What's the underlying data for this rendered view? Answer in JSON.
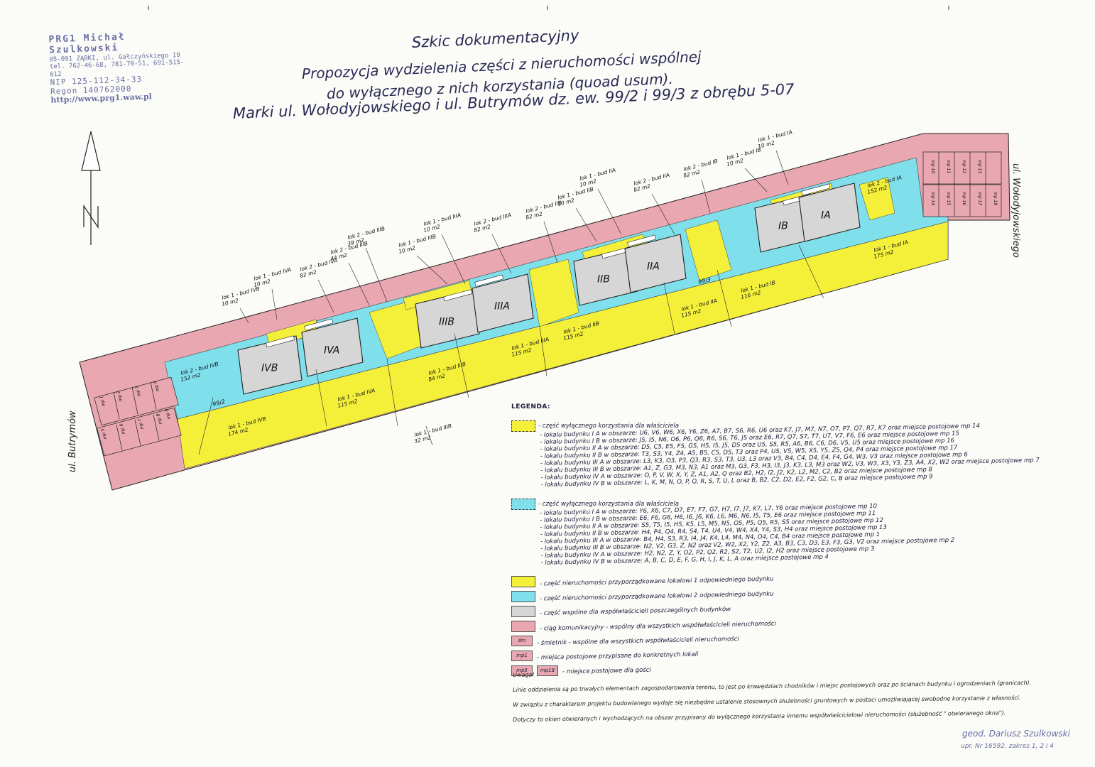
{
  "stamp": {
    "company": "PRG1 Michał Szulkowski",
    "address": "05-091 ZĄBKI, ul. Gałczyńskiego 19",
    "phones": "tel. 762-46-68, 781-70-51, 691-515-612",
    "nip": "NIP 125-112-34-33",
    "regon": "Regon 140762000",
    "url": "http://www.prg1.waw.pl"
  },
  "title": {
    "line1": "Szkic dokumentacyjny",
    "line2": "Propozycja wydzielenia części z nieruchomości wspólnej",
    "line3": "do wyłącznego z nich korzystania (quoad usum).",
    "line4": "Marki ul. Wołodyjowskiego i ul. Butrymów dz. ew. 99/2 i 99/3 z obrębu 5-07"
  },
  "streets": {
    "east": "ul. Wołodyjowskiego",
    "west": "ul. Butrymów"
  },
  "map": {
    "parcels": [
      "99/2",
      "99/3"
    ],
    "buildings": [
      "IVB",
      "IVA",
      "IIIB",
      "IIIA",
      "IIB",
      "IIA",
      "IB",
      "IA"
    ],
    "area_labels": [
      {
        "t1": "lok 1 - bud IVB",
        "t2": "10 m2"
      },
      {
        "t1": "lok 1 - bud IVA",
        "t2": "10 m2"
      },
      {
        "t1": "lok 2 - bud IVA",
        "t2": "82 m2"
      },
      {
        "t1": "lok 2 - bud IIIB",
        "t2": "44 m2"
      },
      {
        "t1": "lok 2 - bud IIIB",
        "t2": "39 m2"
      },
      {
        "t1": "lok 1 - bud IIIB",
        "t2": "10 m2"
      },
      {
        "t1": "lok 1 - bud IIIA",
        "t2": "10 m2"
      },
      {
        "t1": "lok 2 - bud IIIA",
        "t2": "82 m2"
      },
      {
        "t1": "lok 2 - bud IIB",
        "t2": "82 m2"
      },
      {
        "t1": "lok 1 - bud IIB",
        "t2": "10 m2"
      },
      {
        "t1": "lok 1 - bud IIA",
        "t2": "10 m2"
      },
      {
        "t1": "lok 2 - bud IIA",
        "t2": "82 m2"
      },
      {
        "t1": "lok 2 - bud IB",
        "t2": "82 m2"
      },
      {
        "t1": "lok 1 - bud IB",
        "t2": "10 m2"
      },
      {
        "t1": "lok 1 - bud IA",
        "t2": "10 m2"
      },
      {
        "t1": "lok 2 - bud IVB",
        "t2": "152 m2"
      },
      {
        "t1": "lok 1 - bud IVA",
        "t2": "115 m2"
      },
      {
        "t1": "lok 1 - bud IVB",
        "t2": "174 m2"
      },
      {
        "t1": "lok 1 - bud IIIB",
        "t2": "84 m2"
      },
      {
        "t1": "lok 1 - bud IIIB",
        "t2": "32 m2"
      },
      {
        "t1": "lok 1 - bud IIIA",
        "t2": "115 m2"
      },
      {
        "t1": "lok 1 - bud IIB",
        "t2": "115 m2"
      },
      {
        "t1": "lok 1 - bud IIA",
        "t2": "115 m2"
      },
      {
        "t1": "lok 1 - bud IB",
        "t2": "116 m2"
      },
      {
        "t1": "lok 1 - bud IA",
        "t2": "175 m2"
      },
      {
        "t1": "lok 2 - bud IA",
        "t2": "152 m2"
      }
    ],
    "parking_west": [
      "mp 1",
      "mp 2",
      "mp 3",
      "mp 4",
      "mp 5",
      "mp 6",
      "mp 7",
      "mp 8",
      "mp 9"
    ],
    "parking_east": [
      "mp 10",
      "mp 11",
      "mp 12",
      "mp 13",
      "mp 14",
      "mp 15",
      "mp 16",
      "mp 17",
      "mp 18"
    ]
  },
  "colors": {
    "yellow": "#f4f03a",
    "cyan": "#7fe0ec",
    "grey": "#d6d6d6",
    "pink": "#e8a7b1"
  },
  "legend": {
    "title": "LEGENDA:",
    "g1_head": "- część wyłącznego korzystania dla właściciela",
    "g1": [
      "- lokalu budynku I A w obszarze: U6, V6, W6, X6, Y6, Z6, A7, B7, S6, R6, U6 oraz K7, J7, M7, N7, O7, P7, Q7, R7, K7 oraz miejsce postojowe mp 14",
      "- lokalu budynku I B w obszarze: J5, I5, N6, O6, P6, Q6, R6, S6, T6, J5 oraz E6, R7, Q7, S7, T7, U7, V7, F6, E6 oraz miejsce postojowe mp 15",
      "- lokalu budynku II A w obszarze: D5, C5, E5, F5, G5, H5, I5, J5, D5 oraz U5, S5, R5, A6, B6, C6, D6, V5, U5 oraz miejsce postojowe mp 16",
      "- lokalu budynku II B w obszarze: T3, S3, Y4, Z4, A5, B5, C5, D5, T3 oraz P4, U5, V5, W5, X5, Y5, Z5, Q4, P4 oraz miejsce postojowe mp 17",
      "- lokalu budynku III A w obszarze: L3, K3, O3, P3, Q3, R3, S3, T3, U3, L3 oraz V3, B4, C4, D4, E4, F4, G4, W3, V3 oraz miejsce postojowe mp 6",
      "- lokalu budynku III B w obszarze: A1, Z, G3, M3, N3, A1 oraz M3, G3, F3, H3, I3, J3, K3, L3, M3 oraz W2, V3, W3, X3, Y3, Z3, A4, X2, W2 oraz miejsce postojowe mp 7",
      "- lokalu budynku IV A w obszarze: O, P, V, W, X, Y, Z, A1, A2, Q oraz B2, H2, I2, J2, K2, L2, M2, C2, B2 oraz miejsce postojowe mp 8",
      "- lokalu budynku IV B w obszarze: L, K, M, N, O, P, Q, R, S, T, U, L oraz B, B2, C2, D2, E2, F2, G2, C, B oraz miejsce postojowe mp 9"
    ],
    "g2_head": "- część wyłącznego korzystania dla właściciela",
    "g2": [
      "- lokalu budynku I A w obszarze: Y6, X6, C7, D7, E7, F7, G7, H7, I7, J7, K7, L7, Y6 oraz miejsce postojowe mp 10",
      "- lokalu budynku I B w obszarze: E6, F6, G6, H6, I6, J6, K6, L6, M6, N6, I5, T5, E6 oraz miejsce postojowe mp 11",
      "- lokalu budynku II A w obszarze: S5, T5, I5, H5, K5, L5, M5, N5, O5, P5, Q5, R5, S5 oraz miejsce postojowe mp 12",
      "- lokalu budynku II B w obszarze: H4, P4, Q4, R4, S4, T4, U4, V4, W4, X4, Y4, S3, H4 oraz miejsce postojowe mp 13",
      "- lokalu budynku III A w obszarze: B4, H4, S3, R3, I4, J4, K4, L4, M4, N4, O4, C4, B4 oraz miejsce postojowe mp 1",
      "- lokalu budynku III B w obszarze: N2, V2, G3, Z, N2 oraz V2, W2, X2, Y2, Z2, A3, B3, C3, D3, E3, F3, G3, V2 oraz miejsce postojowe mp 2",
      "- lokalu budynku IV A w obszarze: H2, N2, Z, Y, O2, P2, Q2, R2, S2, T2, U2, I2, H2 oraz miejsce postojowe mp 3",
      "- lokalu budynku IV B w obszarze: A, B, C, D, E, F, G, H, I, J, K, L, A oraz miejsce postojowe mp 4"
    ],
    "items": [
      "- część nieruchomości przyporządkowane lokalowi 1 odpowiedniego budynku",
      "- część nieruchomości przyporządkowane lokalowi 2 odpowiedniego budynku",
      "- część wspólne dla współwłaścicieli poszczególnych budynków",
      "- ciąg komunikacyjny - wspólny dla wszystkich współwłaścicieli nieruchomości",
      "- śmietnik - wspólne dla wszystkich współwłaścicieli nieruchomości",
      "- miejsca postojowe przypisane do konkretnych lokali",
      "- miejsca postojowe dla gości"
    ],
    "sw_sm": "śm",
    "sw_mp1": "mp1",
    "sw_mp5": "mp5",
    "sw_mp18": "mp18"
  },
  "notes": {
    "head": "Uwaga!",
    "n1": "Linie oddzielenia są po trwałych elementach zagospodarowania terenu, to jest po krawędziach chodników i miejsc postojowych oraz po ścianach budynku i ogrodzeniach (granicach).",
    "n2": "W związku z charakterem projektu budowlanego wydaje się niezbędne ustalenie stosownych służebności gruntowych w postaci umożliwiającej swobodne korzystanie z własności.",
    "n3": "Dotyczy to okien otwieranych i wychodzących na obszar przypisany do wyłącznego korzystania innemu współwłaścicielowi nieruchomości (służebność \" otwieranego okna\")."
  },
  "signature": {
    "name": "geod. Dariusz Szulkowski",
    "licence": "upr. Nr 16592, zakres 1, 2 i 4"
  }
}
